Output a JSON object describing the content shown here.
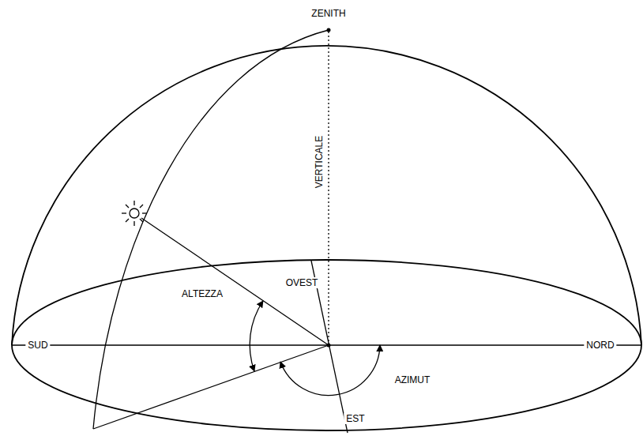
{
  "diagram": {
    "labels": [
      "ZENITH",
      "VERTICALE",
      "OVEST",
      "ALTEZZA",
      "SUD",
      "NORD",
      "AZIMUT",
      "EST"
    ]
  }
}
